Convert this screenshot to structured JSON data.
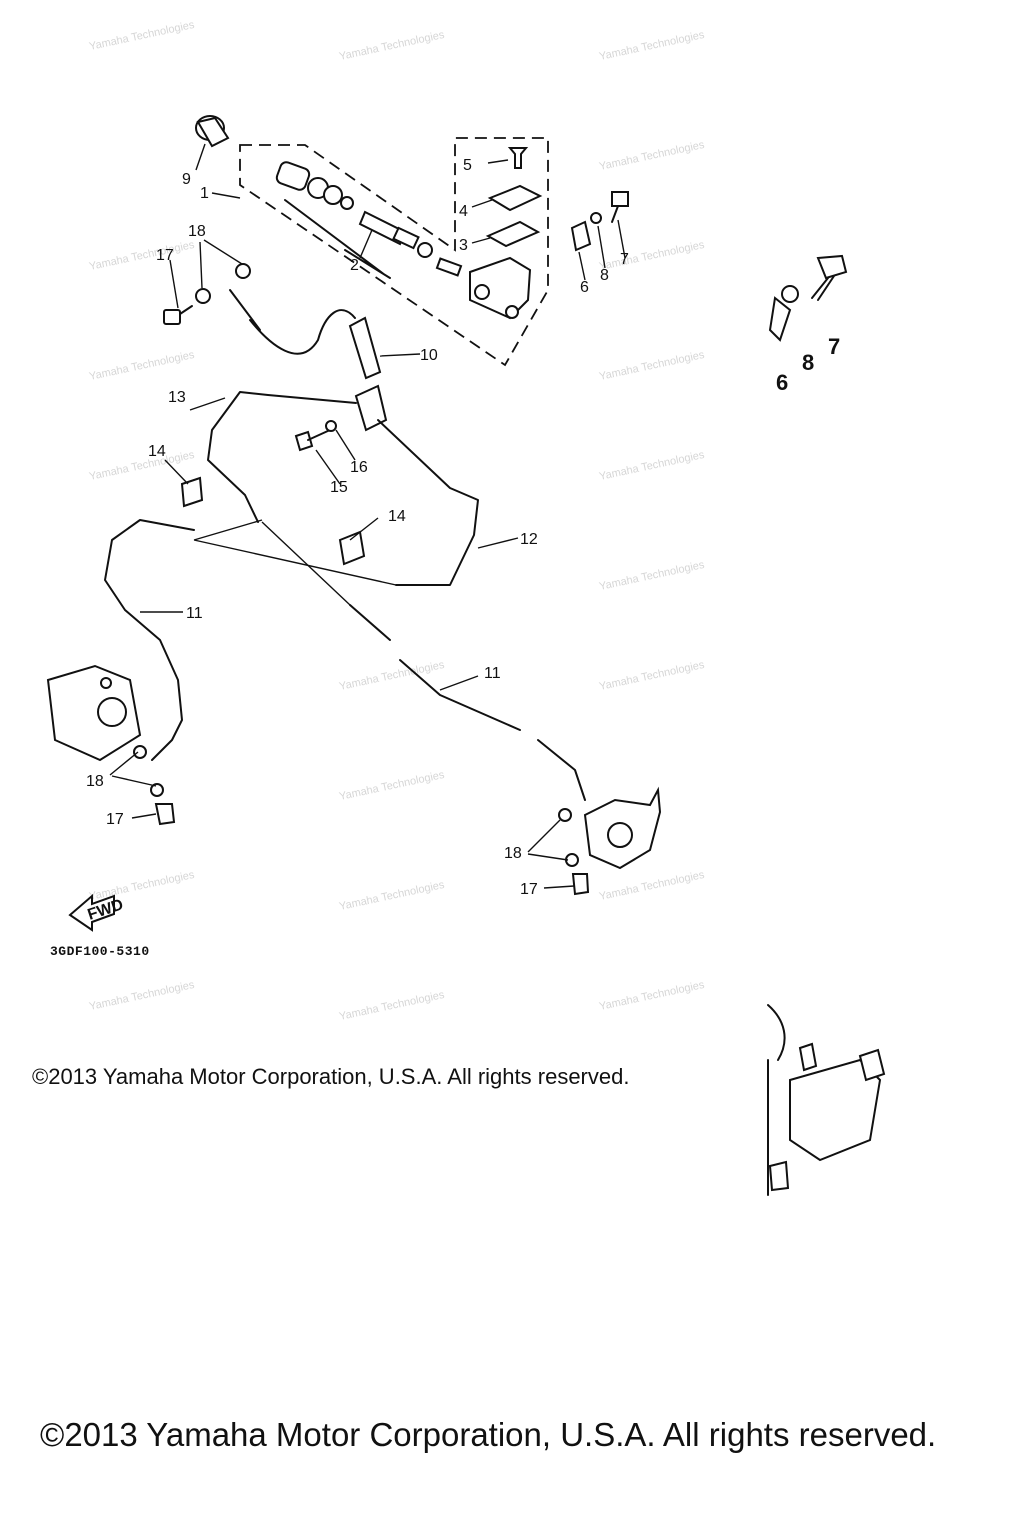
{
  "diagram": {
    "drawing_code": "3GDF100-5310",
    "fwd_label": "FWD",
    "watermark": "Yamaha Technologies",
    "callouts": {
      "c1": "1",
      "c2": "2",
      "c3": "3",
      "c4": "4",
      "c5": "5",
      "c6": "6",
      "c7": "7",
      "c8": "8",
      "c9": "9",
      "c10": "10",
      "c11a": "11",
      "c11b": "11",
      "c12": "12",
      "c13": "13",
      "c14a": "14",
      "c14b": "14",
      "c15": "15",
      "c16": "16",
      "c17a": "17",
      "c17b": "17",
      "c17c": "17",
      "c18a": "18",
      "c18b": "18",
      "c18c": "18",
      "d6": "6",
      "d7": "7",
      "d8": "8"
    }
  },
  "copyright": {
    "small": "©2013 Yamaha Motor Corporation, U.S.A. All rights reserved.",
    "large": "©2013 Yamaha Motor Corporation, U.S.A. All rights reserved."
  }
}
